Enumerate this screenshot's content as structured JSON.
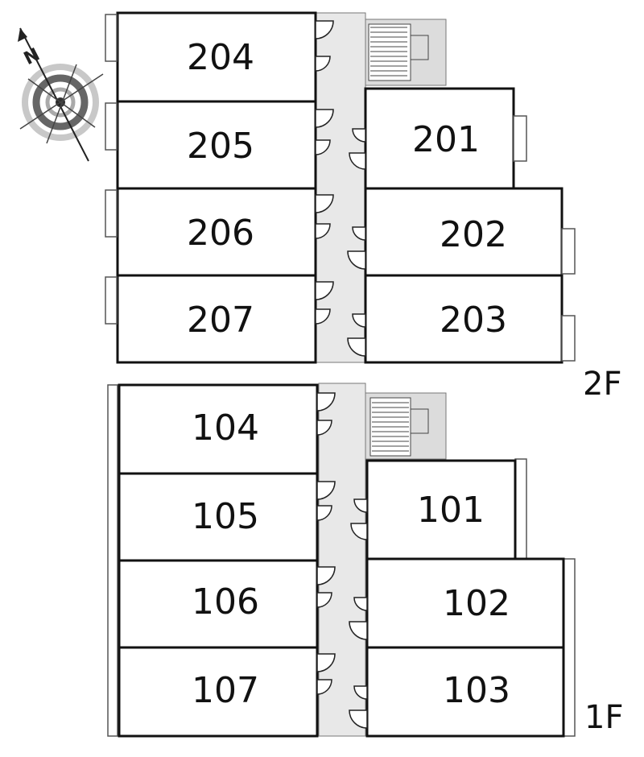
{
  "compass": {
    "north_label": "N",
    "icon": "compass-rose-icon"
  },
  "floors": [
    {
      "label": "2F",
      "units": [
        "204",
        "205",
        "206",
        "207",
        "201",
        "202",
        "203"
      ]
    },
    {
      "label": "1F",
      "units": [
        "104",
        "105",
        "106",
        "107",
        "101",
        "102",
        "103"
      ]
    }
  ],
  "colors": {
    "corridor": "#e8e8e8",
    "stair": "#dcdcdc",
    "wall": "#111111"
  }
}
